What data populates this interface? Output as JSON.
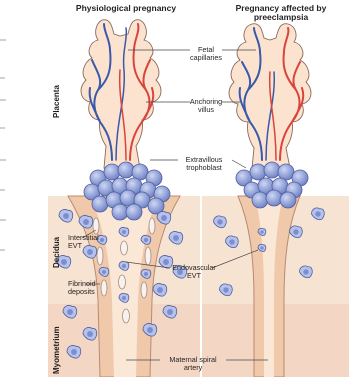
{
  "panels": {
    "left_title": "Physiological pregnancy",
    "right_title": "Pregnancy affected by preeclampsia"
  },
  "regions": {
    "placenta": "Placenta",
    "decidua": "Decidua",
    "myometrium": "Myometrium"
  },
  "labels": {
    "fetal_capillaries": "Fetal capillaries",
    "anchoring_villus": "Anchoring villus",
    "extravillous_trophoblast": "Extravillous trophoblast",
    "interstitial_evt": "Interstitial EVT",
    "endovascular_evt": "Endovascular EVT",
    "fibrinoid_deposits": "Fibrinoid deposits",
    "maternal_spiral_artery": "Maternal spiral artery"
  },
  "colors": {
    "decidua_bg": "#f6e3d2",
    "myometrium_bg": "#f2d6c3",
    "villus_fill": "#fbe3d0",
    "vein": "#3a59a8",
    "artery": "#d9443c",
    "cell_fill": "#8f9fd6",
    "cell_nucleus": "#c9d2f0"
  }
}
